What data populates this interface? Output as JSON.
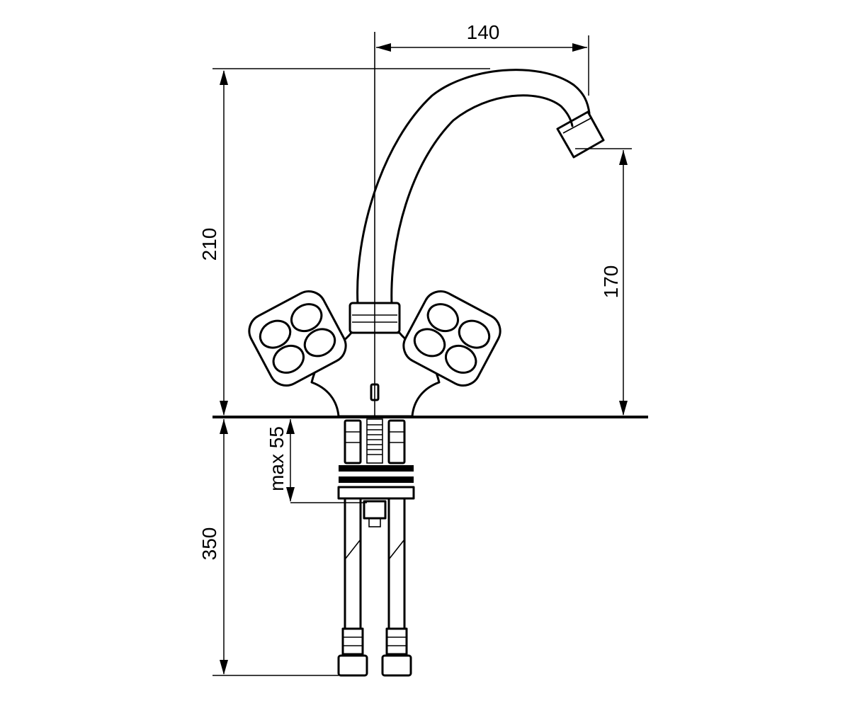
{
  "dimensions": {
    "spout_reach": "140",
    "total_height": "210",
    "outlet_height": "170",
    "max_counter_thickness": "max 55",
    "hose_length": "350"
  },
  "colors": {
    "line": "#000000",
    "background": "#ffffff"
  }
}
